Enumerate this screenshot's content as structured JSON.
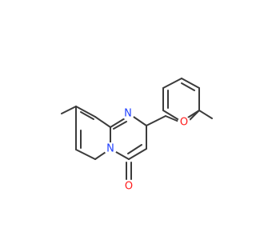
{
  "molecule": {
    "atoms": [
      {
        "id": "n1",
        "symbol": "N",
        "color": "#1f3fff"
      },
      {
        "id": "n2",
        "symbol": "N",
        "color": "#1f3fff"
      },
      {
        "id": "o1",
        "symbol": "O",
        "color": "#ff1a1a"
      },
      {
        "id": "o2",
        "symbol": "O",
        "color": "#ff1a1a"
      }
    ],
    "bond_color": "#3b3b3b"
  }
}
